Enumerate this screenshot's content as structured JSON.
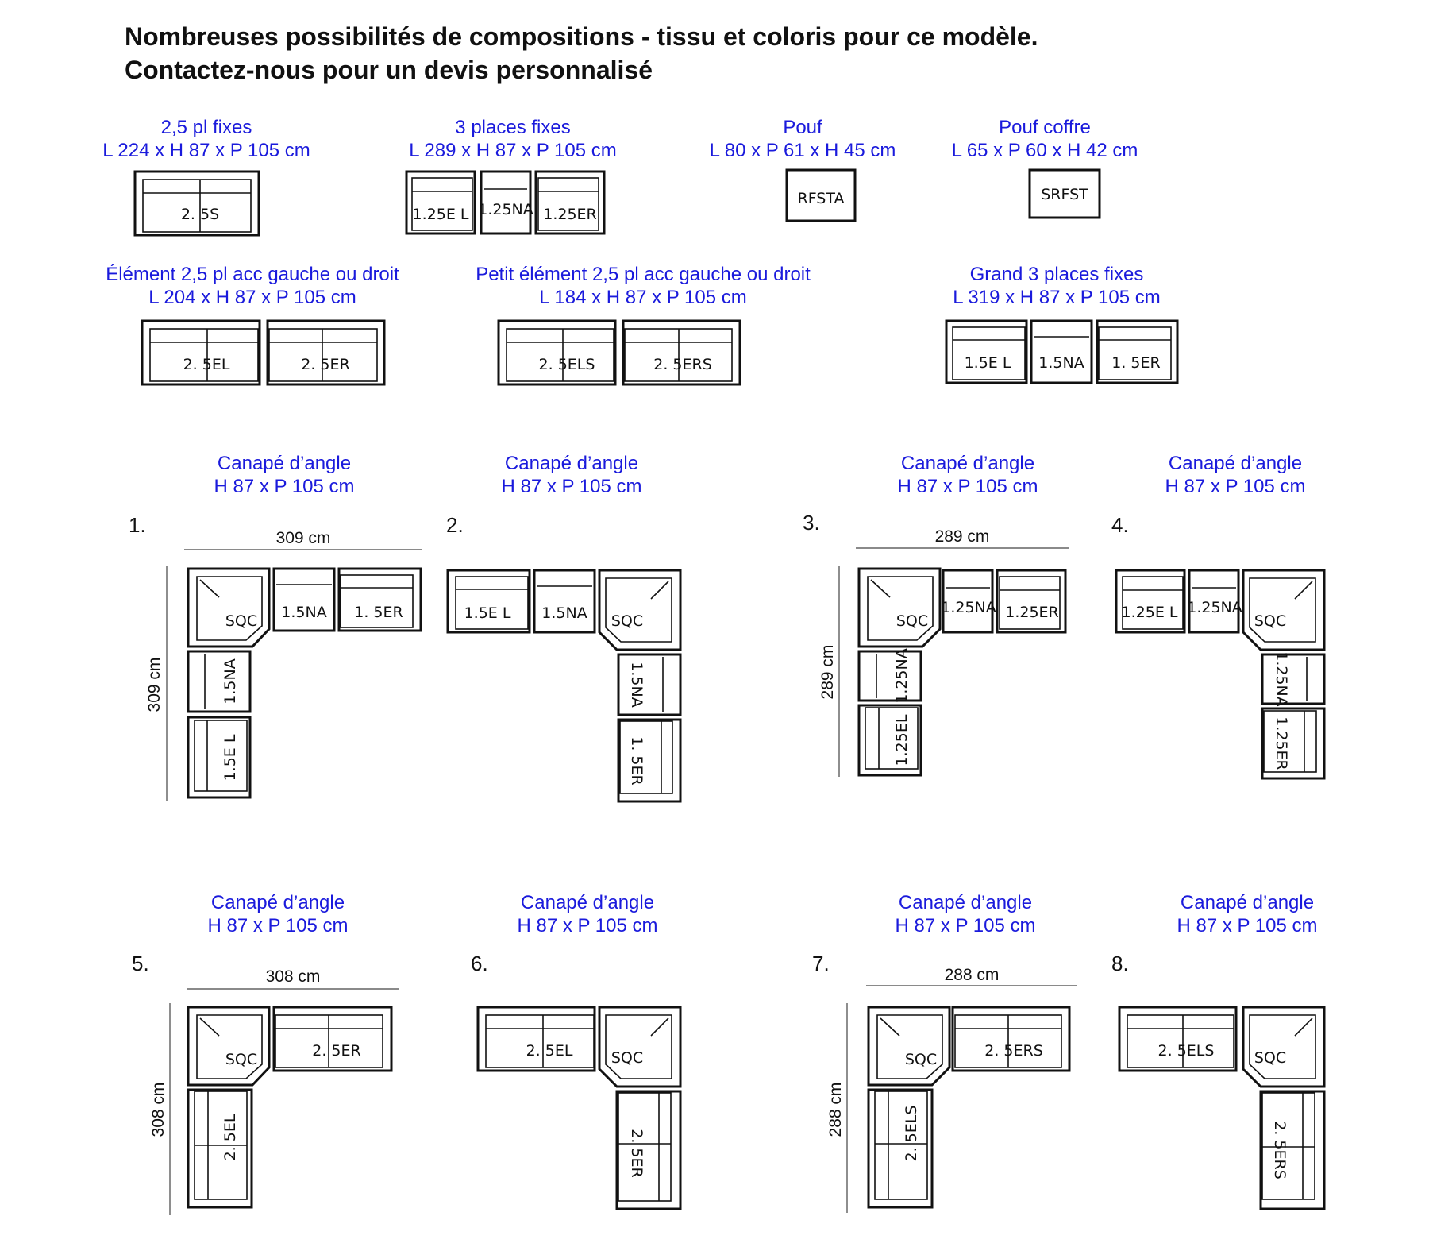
{
  "header": {
    "line1": "Nombreuses possibilités de compositions - tissu et coloris pour ce modèle.",
    "line2": "Contactez-nous pour un devis personnalisé"
  },
  "colors": {
    "caption": "#1a1adc",
    "ink": "#111111"
  },
  "elements": [
    {
      "title": "2,5 pl fixes",
      "dims": "L 224 x H 87 x P 105 cm",
      "modules": [
        "2. 5S"
      ]
    },
    {
      "title": "3 places fixes",
      "dims": "L 289 x H 87 x P 105 cm",
      "modules": [
        "1.25E L",
        "1.25NA",
        "1.25ER"
      ]
    },
    {
      "title": "Pouf",
      "dims": "L 80 x P 61 x H 45 cm",
      "modules": [
        "RFSTA"
      ]
    },
    {
      "title": "Pouf coffre",
      "dims": "L 65 x P 60 x H 42 cm",
      "modules": [
        "SRFST"
      ]
    },
    {
      "title": "Élément 2,5 pl acc gauche ou droit",
      "dims": "L 204 x H 87 x P 105 cm",
      "modules": [
        "2. 5EL",
        "2. 5ER"
      ]
    },
    {
      "title": "Petit élément 2,5 pl acc gauche ou droit",
      "dims": "L 184 x H 87 x P 105 cm",
      "modules": [
        "2. 5ELS",
        "2. 5ERS"
      ]
    },
    {
      "title": "Grand 3 places fixes",
      "dims": "L 319 x H 87 x P 105 cm",
      "modules": [
        "1.5E L",
        "1.5NA",
        "1. 5ER"
      ]
    }
  ],
  "compositions": [
    {
      "title": "Canapé d’angle",
      "dims": "H 87 x P 105 cm",
      "number": "1.",
      "width_label": "309 cm",
      "height_label": "309 cm",
      "modules": {
        "corner": "SQC",
        "row": [
          "1.5NA",
          "1. 5ER"
        ],
        "col": [
          "1.5NA",
          "1.5E L"
        ]
      }
    },
    {
      "title": "Canapé d’angle",
      "dims": "H 87 x P 105 cm",
      "number": "2.",
      "modules": {
        "corner": "SQC",
        "row": [
          "1.5E L",
          "1.5NA"
        ],
        "col": [
          "1.5NA",
          "1. 5ER"
        ]
      }
    },
    {
      "title": "Canapé d’angle",
      "dims": "H 87 x P 105 cm",
      "number": "3.",
      "width_label": "289 cm",
      "height_label": "289 cm",
      "modules": {
        "corner": "SQC",
        "row": [
          "1.25NA",
          "1.25ER"
        ],
        "col": [
          "1.25NA",
          "1.25EL"
        ]
      }
    },
    {
      "title": "Canapé d’angle",
      "dims": "H 87 x P 105 cm",
      "number": "4.",
      "modules": {
        "corner": "SQC",
        "row": [
          "1.25E L",
          "1.25NA"
        ],
        "col": [
          "1.25NA",
          "1.25ER"
        ]
      }
    },
    {
      "title": "Canapé d’angle",
      "dims": "H 87 x P 105 cm",
      "number": "5.",
      "width_label": "308 cm",
      "height_label": "308 cm",
      "modules": {
        "corner": "SQC",
        "row": [
          "2. 5ER"
        ],
        "col": [
          "2. 5EL"
        ]
      }
    },
    {
      "title": "Canapé d’angle",
      "dims": "H 87 x P 105 cm",
      "number": "6.",
      "modules": {
        "corner": "SQC",
        "row": [
          "2. 5EL"
        ],
        "col": [
          "2. 5ER"
        ]
      }
    },
    {
      "title": "Canapé d’angle",
      "dims": "H 87 x P 105 cm",
      "number": "7.",
      "width_label": "288 cm",
      "height_label": "288 cm",
      "modules": {
        "corner": "SQC",
        "row": [
          "2. 5ERS"
        ],
        "col": [
          "2. 5ELS"
        ]
      }
    },
    {
      "title": "Canapé d’angle",
      "dims": "H 87 x P 105 cm",
      "number": "8.",
      "modules": {
        "corner": "SQC",
        "row": [
          "2. 5ELS"
        ],
        "col": [
          "2. 5ERS"
        ]
      }
    }
  ]
}
